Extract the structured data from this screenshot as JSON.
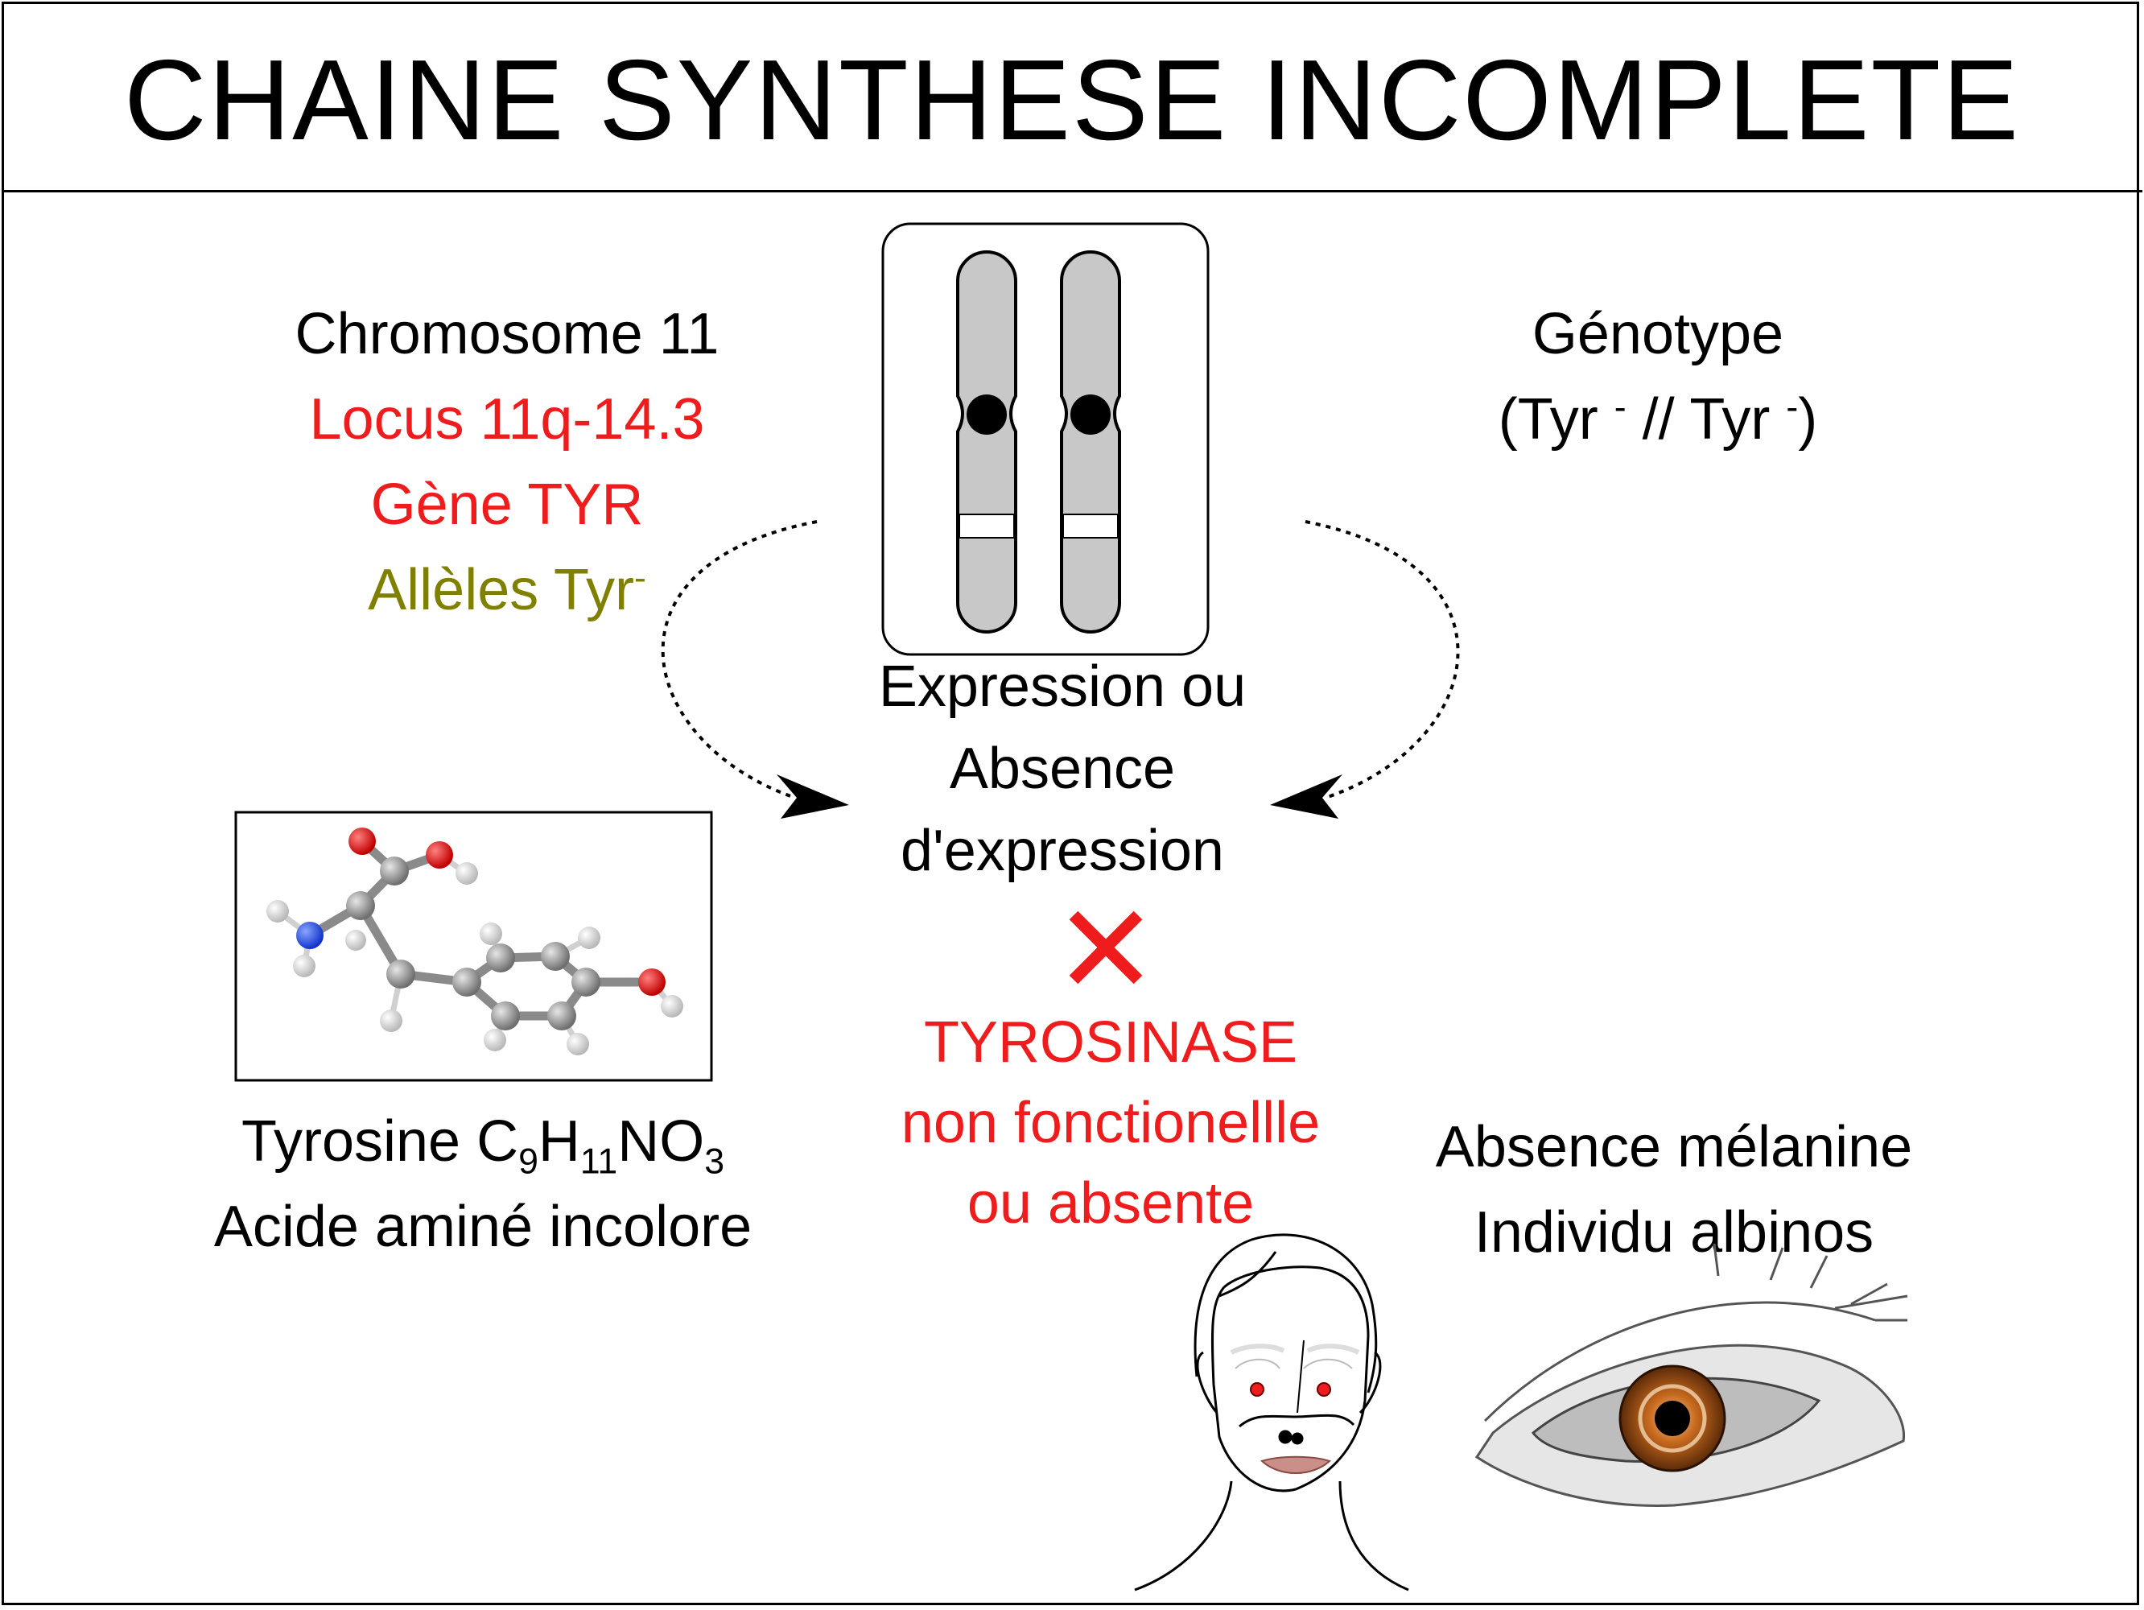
{
  "title": "CHAINE SYNTHESE INCOMPLETE",
  "chromosome": {
    "line1": "Chromosome 11",
    "line2": "Locus 11q-14.3",
    "line3": "Gène TYR",
    "line4_main": "Allèles Tyr",
    "line4_sup": "-"
  },
  "genotype": {
    "label": "Génotype",
    "open": "(Tyr ",
    "sup1": "-",
    "middle": " // Tyr ",
    "sup2": "-",
    "close": ")"
  },
  "expression": {
    "line1": "Expression ou",
    "line2": "Absence",
    "line3": "d'expression"
  },
  "tyrosinase": {
    "line1": "TYROSINASE",
    "line2": "non fonctionellle",
    "line3": "ou absente"
  },
  "tyrosine": {
    "name": "Tyrosine C",
    "sub1": "9",
    "h": "H",
    "sub2": "11",
    "no": "NO",
    "sub3": "3",
    "line2": "Acide aminé incolore"
  },
  "result": {
    "line1": "Absence mélanine",
    "line2": "Individu albinos"
  },
  "colors": {
    "accent_red": "#ee1c1c",
    "olive": "#808000",
    "chromosome_fill": "#c8c8c8"
  },
  "icons": [
    "chromosome-pair-icon",
    "cross-icon",
    "tyrosine-molecule-icon",
    "face-icon",
    "eye-icon"
  ]
}
